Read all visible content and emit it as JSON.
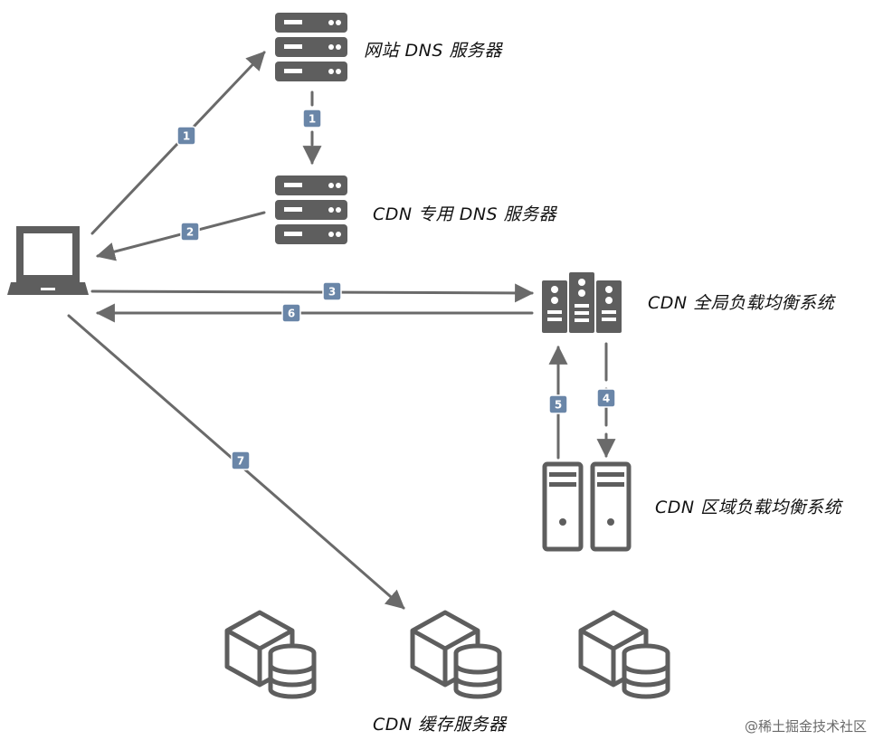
{
  "labels": {
    "site_dns": "网站 DNS 服务器",
    "cdn_dns": "CDN 专用 DNS 服务器",
    "global_lb": "CDN 全局负载均衡系统",
    "regional_lb": "CDN 区域负载均衡系统",
    "cache": "CDN 缓存服务器"
  },
  "steps": {
    "s1a": "1",
    "s1b": "1",
    "s2": "2",
    "s3": "3",
    "s4": "4",
    "s5": "5",
    "s6": "6",
    "s7": "7"
  },
  "watermark": "@稀土掘金技术社区",
  "colors": {
    "icon": "#5e5e5e",
    "arrow": "#6a6a6a",
    "badge": "#6a86a8"
  },
  "icons": {
    "laptop": "laptop-icon",
    "server": "server-rack-icon",
    "global_lb": "server-cluster-icon",
    "regional_lb": "tower-server-icon",
    "cache": "cube-database-icon"
  }
}
